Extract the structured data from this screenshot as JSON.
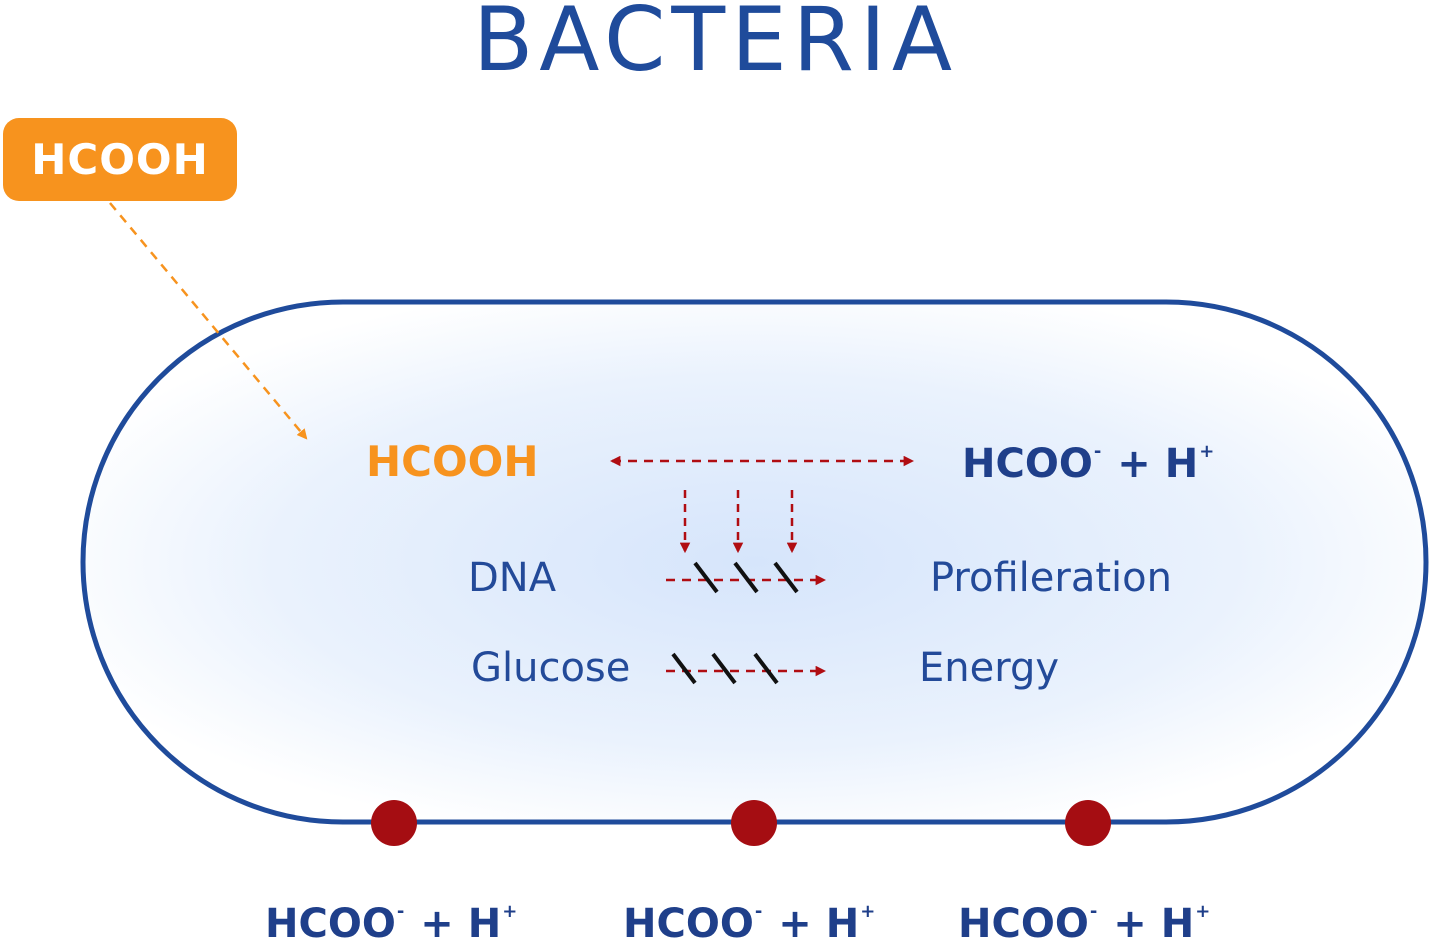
{
  "title": "BACTERIA",
  "external": {
    "label": "HCOOH"
  },
  "inside": {
    "reactant": "HCOOH",
    "product": {
      "ion": "HCOO",
      "charge": "-",
      "plus": "+",
      "proton": "H",
      "proton_charge": "+"
    }
  },
  "processes": [
    {
      "input": "DNA",
      "output": "Profileration"
    },
    {
      "input": "Glucose",
      "output": "Energy"
    }
  ],
  "release": [
    {
      "ion": "HCOO",
      "charge": "-",
      "plus": "+",
      "proton": "H",
      "proton_charge": "+"
    },
    {
      "ion": "HCOO",
      "charge": "-",
      "plus": "+",
      "proton": "H",
      "proton_charge": "+"
    },
    {
      "ion": "HCOO",
      "charge": "-",
      "plus": "+",
      "proton": "H",
      "proton_charge": "+"
    }
  ],
  "colors": {
    "membrane": "#1f4b9b",
    "formic_acid": "#f7931e",
    "arrow": "#b00d12",
    "text": "#234a99",
    "channel_dot": "#a50d12",
    "cell_fill": "#dbe8fb"
  }
}
